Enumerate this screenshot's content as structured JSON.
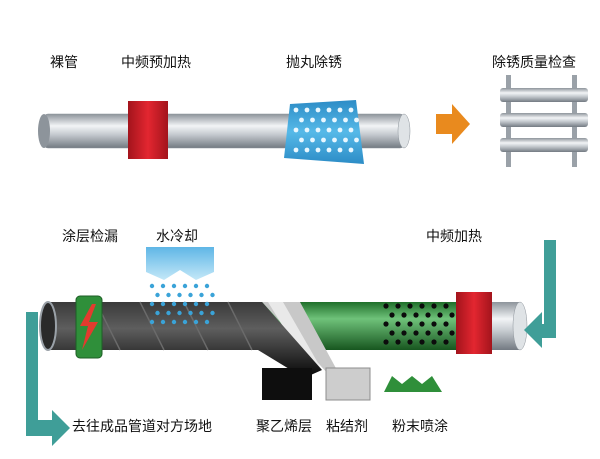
{
  "labels": {
    "bare_pipe": "裸管",
    "mf_preheat": "中频预加热",
    "shot_blast": "抛丸除锈",
    "derust_check": "除锈质量检查",
    "holiday_test": "涂层检漏",
    "water_cool": "水冷却",
    "mf_heat": "中频加热",
    "to_yard": "去往成品管道对方场地",
    "polyethylene": "聚乙烯层",
    "adhesive": "粘结剂",
    "powder_spray": "粉末喷涂"
  },
  "colors": {
    "pipe_steel": "#b9bec4",
    "heater_red": "#d0202a",
    "blast_blue": "#3aa3d8",
    "flow_orange": "#e98a1e",
    "flow_teal": "#3f9e98",
    "coating_green": "#2f8f3a",
    "coating_black": "#141414",
    "adhesive_grey": "#c8c8c8",
    "water_blue": "#8fd0ef"
  },
  "icons": {
    "orange_arrow": "arrow-right-icon",
    "teal_arrow_right": "turn-arrow-icon",
    "teal_arrow_left": "turn-arrow-icon",
    "holiday_detector": "lightning-icon",
    "powder_feed": "powder-tray-icon"
  }
}
